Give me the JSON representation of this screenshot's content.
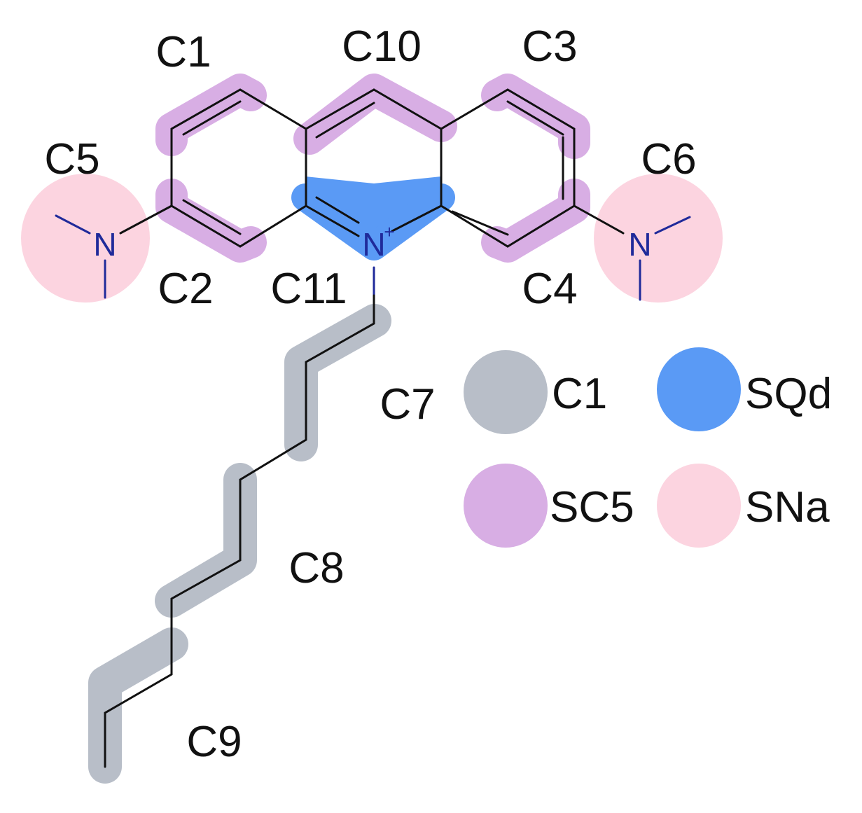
{
  "bead_labels": {
    "c1": "C1",
    "c2": "C2",
    "c3": "C3",
    "c4": "C4",
    "c5": "C5",
    "c6": "C6",
    "c7": "C7",
    "c8": "C8",
    "c9": "C9",
    "c10": "C10",
    "c11": "C11"
  },
  "atoms": {
    "n_left": "N",
    "n_center": "N",
    "n_center_charge": "+",
    "n_right": "N"
  },
  "legend": [
    {
      "label": "C1",
      "color": "#b8bec8"
    },
    {
      "label": "SQd",
      "color": "#5a9af5"
    },
    {
      "label": "SC5",
      "color": "#d8aee4"
    },
    {
      "label": "SNa",
      "color": "#fcd4e0"
    }
  ],
  "colors": {
    "c1_gray": "#b8bec8",
    "sqd_blue": "#5a9af5",
    "sc5_purple": "#d8aee4",
    "sna_pink": "#fcd4e0"
  }
}
